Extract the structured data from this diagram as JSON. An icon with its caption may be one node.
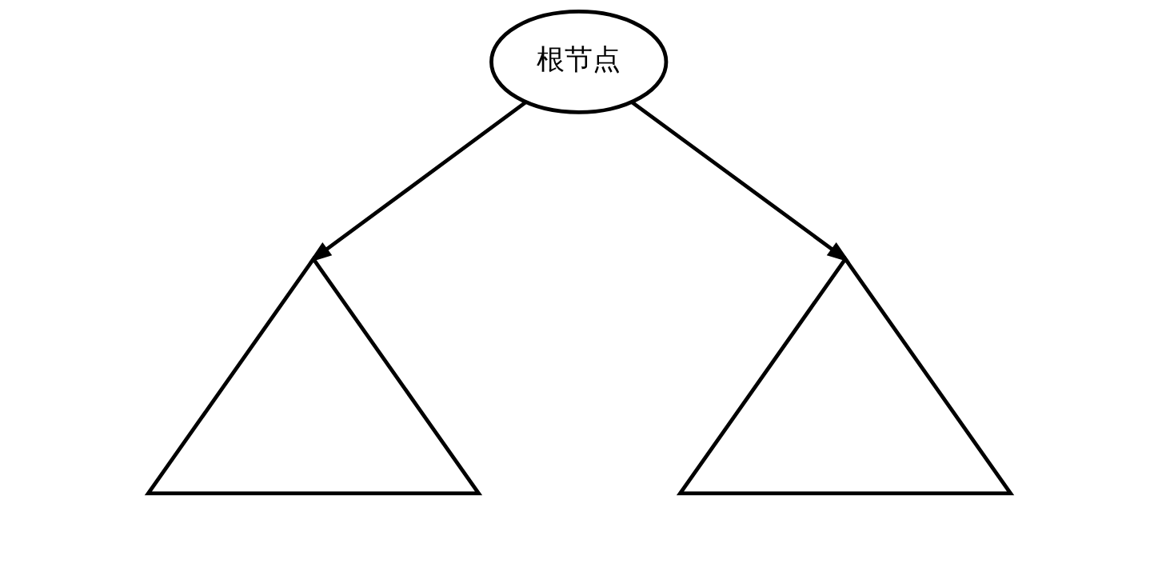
{
  "diagram": {
    "nodes": [
      {
        "text": [
          "根节点"
        ]
      },
      {
        "text": [],
        "shape": "triangle"
      },
      {
        "text": [],
        "shape": "triangle"
      }
    ],
    "edges": [
      {
        "from": 0,
        "to": 1,
        "arrow": "to"
      },
      {
        "from": 0,
        "to": 2,
        "arrow": "to"
      }
    ]
  }
}
